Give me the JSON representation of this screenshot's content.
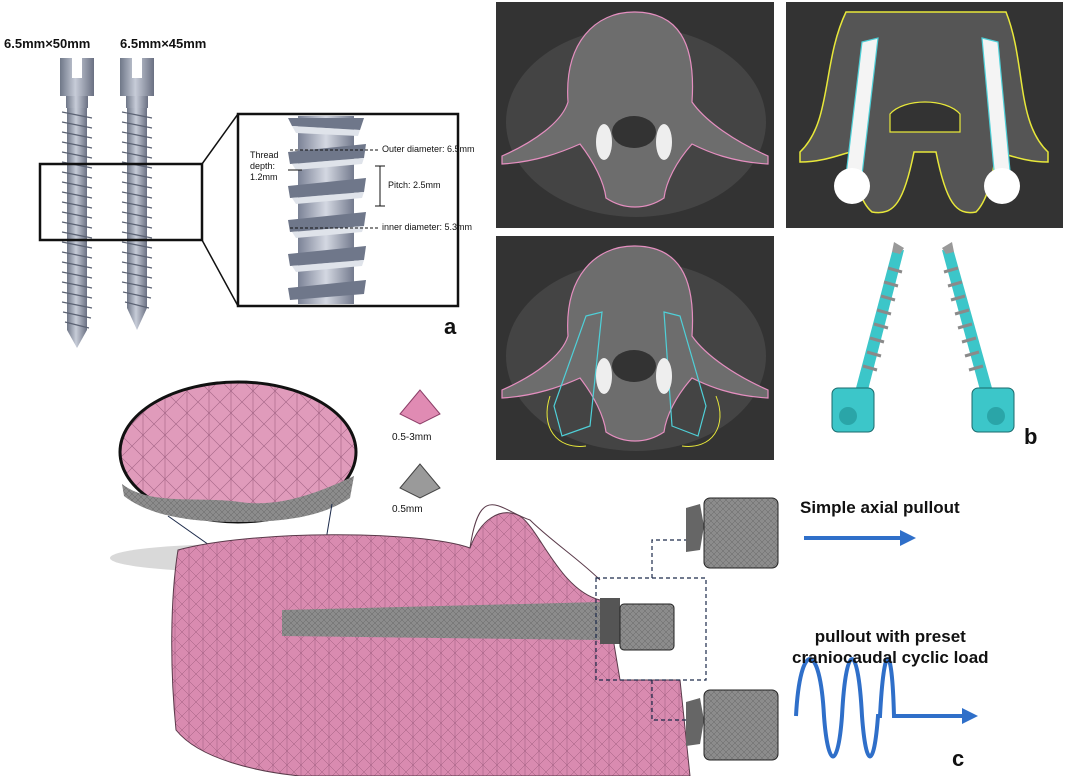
{
  "panel_a": {
    "letter": "a",
    "screw_labels": [
      "6.5mm×50mm",
      "6.5mm×45mm"
    ],
    "annotations": {
      "thread_depth": "Thread\ndepth:\n1.2mm",
      "outer_diameter": "Outer diameter: 6.5mm",
      "pitch": "Pitch: 2.5mm",
      "inner_diameter": "inner diameter: 5.3mm"
    }
  },
  "panel_b": {
    "letter": "b",
    "colors": {
      "vertebra_outline": "#e58fc0",
      "screw_outline": "#4fd0d8",
      "roi_outline": "#e8e83a",
      "screw_model": "#3cc6c9"
    }
  },
  "panel_c": {
    "letter": "c",
    "mesh_sizes": [
      "0.5-3mm",
      "0.5mm"
    ],
    "load_titles": [
      "Simple axial pullout",
      "pullout with preset\ncraniocaudal cyclic load"
    ],
    "colors": {
      "bone_mesh": "#d98bb0",
      "screw_mesh": "#8c8c8c",
      "arrow": "#2f6fc9"
    }
  }
}
